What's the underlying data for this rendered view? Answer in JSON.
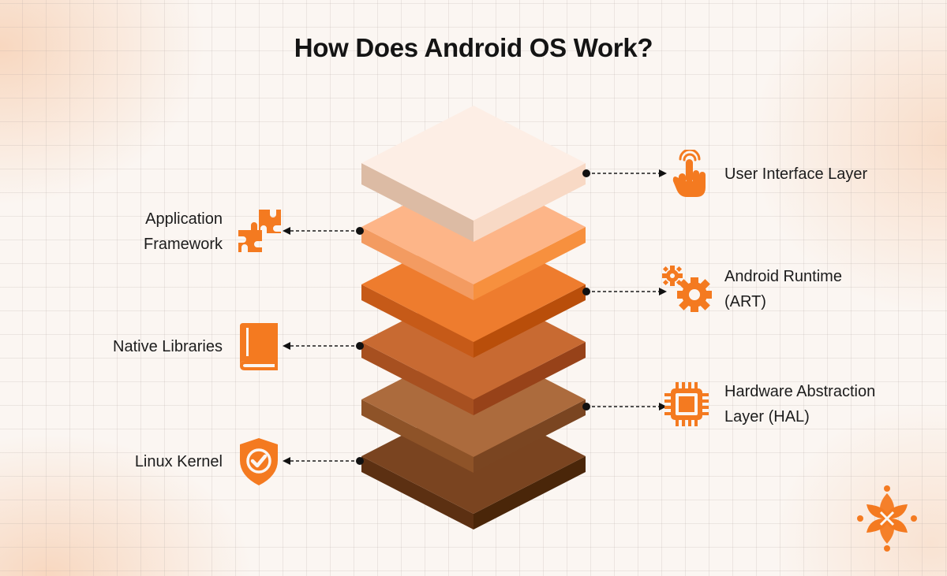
{
  "title": "How Does Android OS Work?",
  "layers": [
    {
      "label_lines": [
        "User Interface Layer"
      ],
      "icon": "pointer-hand-icon",
      "side": "right"
    },
    {
      "label_lines": [
        "Application",
        "Framework"
      ],
      "icon": "puzzle-icon",
      "side": "left"
    },
    {
      "label_lines": [
        "Android Runtime",
        "(ART)"
      ],
      "icon": "gears-icon",
      "side": "right"
    },
    {
      "label_lines": [
        "Native Libraries"
      ],
      "icon": "book-icon",
      "side": "left"
    },
    {
      "label_lines": [
        "Hardware Abstraction",
        "Layer (HAL)"
      ],
      "icon": "chip-icon",
      "side": "right"
    },
    {
      "label_lines": [
        "Linux Kernel"
      ],
      "icon": "shield-check-icon",
      "side": "left"
    }
  ],
  "colors": {
    "accent": "#f47a20",
    "layer_tops": [
      "#fdeee5",
      "#fdb588",
      "#ee7c2e",
      "#c86a32",
      "#ac6b3d",
      "#7a4420"
    ],
    "layer_left": [
      "#dcbba4",
      "#f39b61",
      "#c65a18",
      "#a75020",
      "#8e5328",
      "#5c3012"
    ],
    "layer_right": [
      "#f8d9c5",
      "#f7903e",
      "#b94e0a",
      "#974219",
      "#7a4521",
      "#4a2609"
    ]
  },
  "logo": "brand-logo-icon"
}
